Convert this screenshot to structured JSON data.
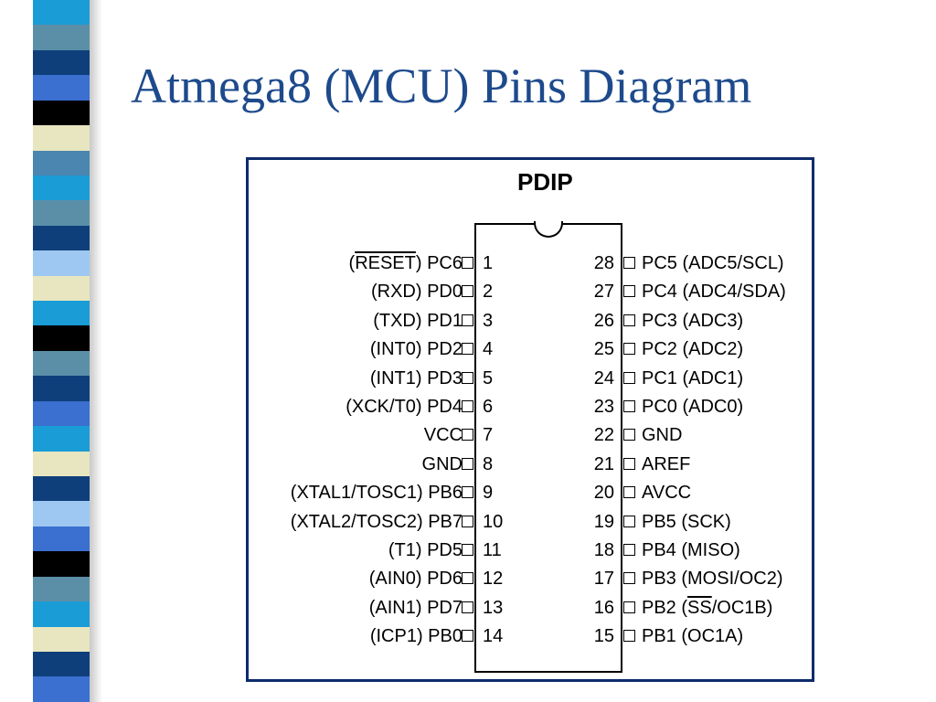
{
  "slide": {
    "title": "Atmega8 (MCU) Pins Diagram"
  },
  "diagram": {
    "package": "PDIP",
    "left_pins": [
      {
        "number": "1",
        "label_overline": "RESET",
        "label_after": ") PC6"
      },
      {
        "number": "2",
        "label": "(RXD) PD0"
      },
      {
        "number": "3",
        "label": "(TXD) PD1"
      },
      {
        "number": "4",
        "label": "(INT0) PD2"
      },
      {
        "number": "5",
        "label": "(INT1) PD3"
      },
      {
        "number": "6",
        "label": "(XCK/T0) PD4"
      },
      {
        "number": "7",
        "label": "VCC"
      },
      {
        "number": "8",
        "label": "GND"
      },
      {
        "number": "9",
        "label": "(XTAL1/TOSC1) PB6"
      },
      {
        "number": "10",
        "label": "(XTAL2/TOSC2) PB7"
      },
      {
        "number": "11",
        "label": "(T1) PD5"
      },
      {
        "number": "12",
        "label": "(AIN0) PD6"
      },
      {
        "number": "13",
        "label": "(AIN1) PD7"
      },
      {
        "number": "14",
        "label": "(ICP1) PB0"
      }
    ],
    "right_pins": [
      {
        "number": "28",
        "label": "PC5 (ADC5/SCL)"
      },
      {
        "number": "27",
        "label": "PC4 (ADC4/SDA)"
      },
      {
        "number": "26",
        "label": "PC3 (ADC3)"
      },
      {
        "number": "25",
        "label": "PC2 (ADC2)"
      },
      {
        "number": "24",
        "label": "PC1 (ADC1)"
      },
      {
        "number": "23",
        "label": "PC0 (ADC0)"
      },
      {
        "number": "22",
        "label": "GND"
      },
      {
        "number": "21",
        "label": "AREF"
      },
      {
        "number": "20",
        "label": "AVCC"
      },
      {
        "number": "19",
        "label": "PB5 (SCK)"
      },
      {
        "number": "18",
        "label": "PB4 (MISO)"
      },
      {
        "number": "17",
        "label": "PB3 (MOSI/OC2)"
      },
      {
        "number": "16",
        "label_before": "PB2 (",
        "label_overline": "SS",
        "label_after": "/OC1B)"
      },
      {
        "number": "15",
        "label": "PB1 (OC1A)"
      }
    ]
  },
  "theme": {
    "title_color": "#1d4a8c",
    "frame_color": "#0d2b6b",
    "decor_strip_colors": [
      "#1a9cd6",
      "#5b8fa8",
      "#0f3f7a",
      "#3b6fd0",
      "#000000",
      "#e8e6c0",
      "#4a86b0",
      "#1a9cd6",
      "#5b8fa8",
      "#0f3f7a",
      "#9ec8f2",
      "#e8e6c0",
      "#1a9cd6",
      "#000000",
      "#5b8fa8",
      "#0f3f7a",
      "#3b6fd0",
      "#1a9cd6",
      "#e8e6c0",
      "#0f3f7a",
      "#9ec8f2",
      "#3b6fd0",
      "#000000",
      "#5b8fa8",
      "#1a9cd6",
      "#e8e6c0",
      "#0f3f7a",
      "#3b6fd0"
    ]
  }
}
